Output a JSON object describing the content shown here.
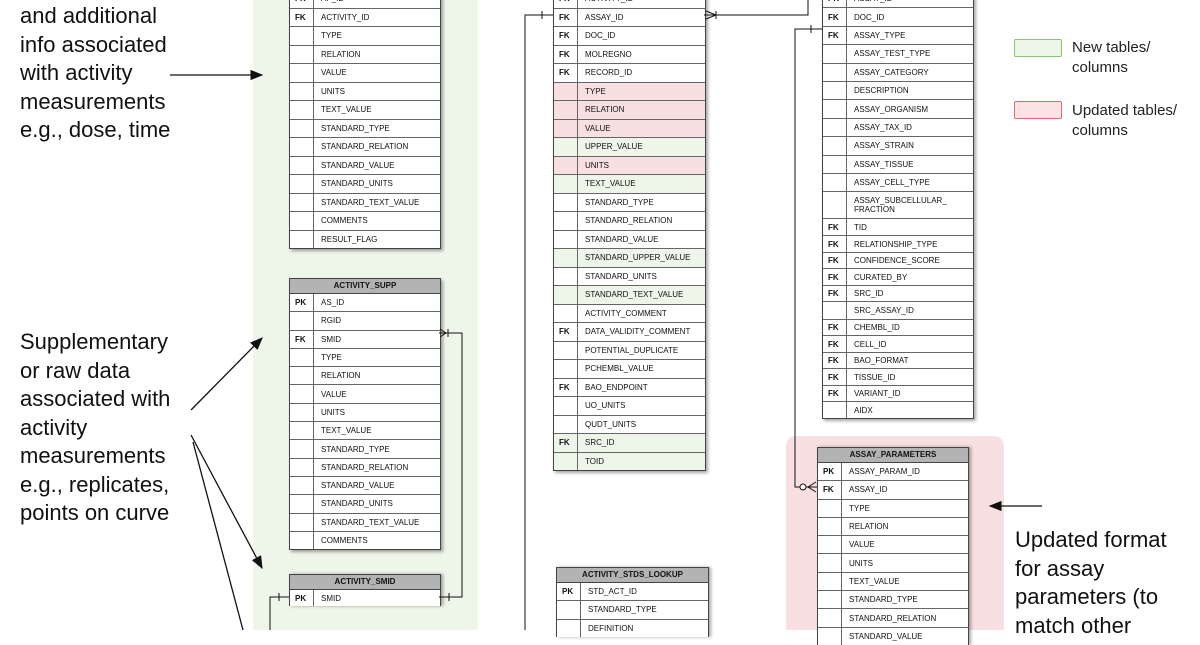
{
  "notes": {
    "left_top": "and additional\ninfo associated\nwith activity\nmeasurements\ne.g., dose, time",
    "left_mid": "Supplementary\nor raw data\nassociated with\nactivity\nmeasurements\ne.g., replicates,\npoints on curve",
    "right_bottom": "Updated format\nfor assay\nparameters (to\nmatch other"
  },
  "legend": {
    "new_label": "New tables/\ncolumns",
    "updated_label": "Updated tables/\ncolumns",
    "new_color": "#eef5e9",
    "updated_color": "#f8dfe1"
  },
  "tables": {
    "activity_properties": {
      "rows": [
        {
          "key": "FK",
          "name": "AP_ID"
        },
        {
          "key": "FK",
          "name": "ACTIVITY_ID"
        },
        {
          "key": "",
          "name": "TYPE"
        },
        {
          "key": "",
          "name": "RELATION"
        },
        {
          "key": "",
          "name": "VALUE"
        },
        {
          "key": "",
          "name": "UNITS"
        },
        {
          "key": "",
          "name": "TEXT_VALUE"
        },
        {
          "key": "",
          "name": "STANDARD_TYPE"
        },
        {
          "key": "",
          "name": "STANDARD_RELATION"
        },
        {
          "key": "",
          "name": "STANDARD_VALUE"
        },
        {
          "key": "",
          "name": "STANDARD_UNITS"
        },
        {
          "key": "",
          "name": "STANDARD_TEXT_VALUE"
        },
        {
          "key": "",
          "name": "COMMENTS"
        },
        {
          "key": "",
          "name": "RESULT_FLAG"
        }
      ]
    },
    "activity_supp": {
      "title": "ACTIVITY_SUPP",
      "rows": [
        {
          "key": "PK",
          "name": "AS_ID"
        },
        {
          "key": "",
          "name": "RGID"
        },
        {
          "key": "FK",
          "name": "SMID"
        },
        {
          "key": "",
          "name": "TYPE"
        },
        {
          "key": "",
          "name": "RELATION"
        },
        {
          "key": "",
          "name": "VALUE"
        },
        {
          "key": "",
          "name": "UNITS"
        },
        {
          "key": "",
          "name": "TEXT_VALUE"
        },
        {
          "key": "",
          "name": "STANDARD_TYPE"
        },
        {
          "key": "",
          "name": "STANDARD_RELATION"
        },
        {
          "key": "",
          "name": "STANDARD_VALUE"
        },
        {
          "key": "",
          "name": "STANDARD_UNITS"
        },
        {
          "key": "",
          "name": "STANDARD_TEXT_VALUE"
        },
        {
          "key": "",
          "name": "COMMENTS"
        }
      ]
    },
    "activity_smid": {
      "title": "ACTIVITY_SMID",
      "rows": [
        {
          "key": "PK",
          "name": "SMID"
        }
      ]
    },
    "activities": {
      "rows": [
        {
          "key": "FK",
          "name": "ACTIVITY_ID"
        },
        {
          "key": "FK",
          "name": "ASSAY_ID"
        },
        {
          "key": "FK",
          "name": "DOC_ID"
        },
        {
          "key": "FK",
          "name": "MOLREGNO"
        },
        {
          "key": "FK",
          "name": "RECORD_ID"
        },
        {
          "key": "",
          "name": "TYPE"
        },
        {
          "key": "",
          "name": "RELATION"
        },
        {
          "key": "",
          "name": "VALUE"
        },
        {
          "key": "",
          "name": "UPPER_VALUE"
        },
        {
          "key": "",
          "name": "UNITS"
        },
        {
          "key": "",
          "name": "TEXT_VALUE"
        },
        {
          "key": "",
          "name": "STANDARD_TYPE"
        },
        {
          "key": "",
          "name": "STANDARD_RELATION"
        },
        {
          "key": "",
          "name": "STANDARD_VALUE"
        },
        {
          "key": "",
          "name": "STANDARD_UPPER_VALUE"
        },
        {
          "key": "",
          "name": "STANDARD_UNITS"
        },
        {
          "key": "",
          "name": "STANDARD_TEXT_VALUE"
        },
        {
          "key": "",
          "name": "ACTIVITY_COMMENT"
        },
        {
          "key": "FK",
          "name": "DATA_VALIDITY_COMMENT"
        },
        {
          "key": "",
          "name": "POTENTIAL_DUPLICATE"
        },
        {
          "key": "",
          "name": "PCHEMBL_VALUE"
        },
        {
          "key": "FK",
          "name": "BAO_ENDPOINT"
        },
        {
          "key": "",
          "name": "UO_UNITS"
        },
        {
          "key": "",
          "name": "QUDT_UNITS"
        },
        {
          "key": "FK",
          "name": "SRC_ID"
        },
        {
          "key": "",
          "name": "TOID"
        }
      ]
    },
    "activity_stds_lookup": {
      "title": "ACTIVITY_STDS_LOOKUP",
      "rows": [
        {
          "key": "PK",
          "name": "STD_ACT_ID"
        },
        {
          "key": "",
          "name": "STANDARD_TYPE"
        },
        {
          "key": "",
          "name": "DEFINITION"
        }
      ]
    },
    "assays": {
      "rows": [
        {
          "key": "PK",
          "name": "ASSAY_ID"
        },
        {
          "key": "FK",
          "name": "DOC_ID"
        },
        {
          "key": "FK",
          "name": "ASSAY_TYPE"
        },
        {
          "key": "",
          "name": "ASSAY_TEST_TYPE"
        },
        {
          "key": "",
          "name": "ASSAY_CATEGORY"
        },
        {
          "key": "",
          "name": "DESCRIPTION"
        },
        {
          "key": "",
          "name": "ASSAY_ORGANISM"
        },
        {
          "key": "",
          "name": "ASSAY_TAX_ID"
        },
        {
          "key": "",
          "name": "ASSAY_STRAIN"
        },
        {
          "key": "",
          "name": "ASSAY_TISSUE"
        },
        {
          "key": "",
          "name": "ASSAY_CELL_TYPE"
        },
        {
          "key": "",
          "name": "ASSAY_SUBCELLULAR_\nFRACTION"
        },
        {
          "key": "FK",
          "name": "TID"
        },
        {
          "key": "FK",
          "name": "RELATIONSHIP_TYPE"
        },
        {
          "key": "FK",
          "name": "CONFIDENCE_SCORE"
        },
        {
          "key": "FK",
          "name": "CURATED_BY"
        },
        {
          "key": "FK",
          "name": "SRC_ID"
        },
        {
          "key": "",
          "name": "SRC_ASSAY_ID"
        },
        {
          "key": "FK",
          "name": "CHEMBL_ID"
        },
        {
          "key": "FK",
          "name": "CELL_ID"
        },
        {
          "key": "FK",
          "name": "BAO_FORMAT"
        },
        {
          "key": "FK",
          "name": "TISSUE_ID"
        },
        {
          "key": "FK",
          "name": "VARIANT_ID"
        },
        {
          "key": "",
          "name": "AIDX"
        }
      ]
    },
    "assay_parameters": {
      "title": "ASSAY_PARAMETERS",
      "rows": [
        {
          "key": "PK",
          "name": "ASSAY_PARAM_ID"
        },
        {
          "key": "FK",
          "name": "ASSAY_ID"
        },
        {
          "key": "",
          "name": "TYPE"
        },
        {
          "key": "",
          "name": "RELATION"
        },
        {
          "key": "",
          "name": "VALUE"
        },
        {
          "key": "",
          "name": "UNITS"
        },
        {
          "key": "",
          "name": "TEXT_VALUE"
        },
        {
          "key": "",
          "name": "STANDARD_TYPE"
        },
        {
          "key": "",
          "name": "STANDARD_RELATION"
        },
        {
          "key": "",
          "name": "STANDARD_VALUE"
        }
      ]
    }
  }
}
